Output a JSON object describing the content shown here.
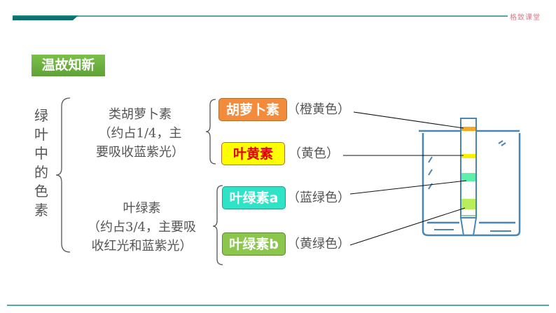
{
  "header": {
    "brand": "格致课堂"
  },
  "section_badge": "温故知新",
  "root_label": [
    "绿",
    "叶",
    "中",
    "的",
    "色",
    "素"
  ],
  "groups": [
    {
      "name": "类胡萝卜素",
      "note_line1": "（约占1/4，主",
      "note_line2": "要吸收蓝紫光）",
      "pigments": [
        {
          "label": "胡萝卜素",
          "color_text": "（橙黄色）",
          "bg": "#f28b3c",
          "fg": "#ffffff"
        },
        {
          "label": "叶黄素",
          "color_text": "（黄色）",
          "bg": "#ffff00",
          "fg": "#e00000"
        }
      ]
    },
    {
      "name": "叶绿素",
      "note_line1": "（约占3/4，主要吸",
      "note_line2": "收红光和蓝紫光）",
      "pigments": [
        {
          "label": "叶绿素a",
          "color_text": "（蓝绿色）",
          "bg": "#2fe3c6",
          "fg": "#ffffff"
        },
        {
          "label": "叶绿素b",
          "color_text": "（黄绿色）",
          "bg": "#8cc64c",
          "fg": "#ffffff"
        }
      ]
    }
  ],
  "colors": {
    "accent": "#0f7d78",
    "band_orange": "#f6a821",
    "band_yellow": "#ffee00",
    "band_bluegreen": "#5ef0a8",
    "band_yellowgreen": "#b8ee5a",
    "beaker": "#4a86b0"
  }
}
